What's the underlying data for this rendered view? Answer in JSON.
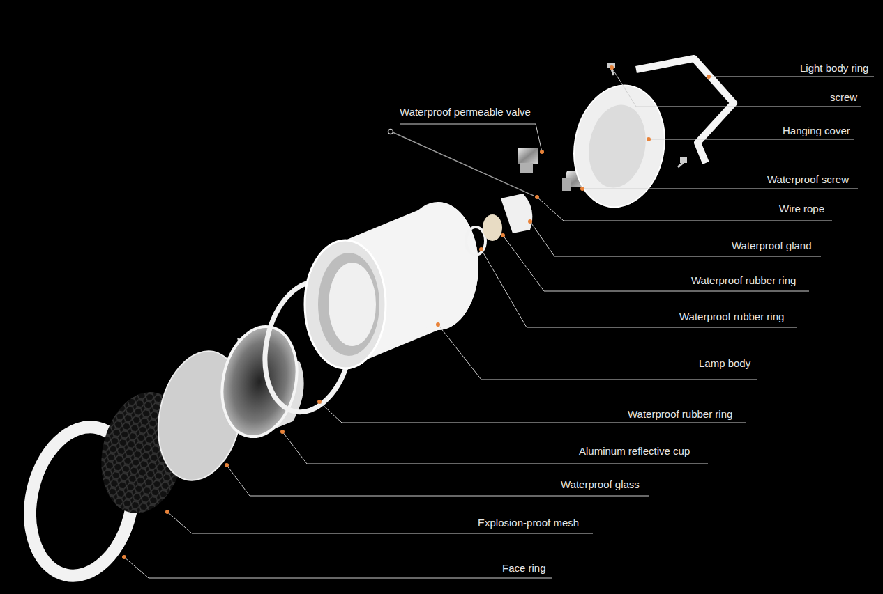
{
  "diagram": {
    "labels": [
      "Light body ring",
      "screw",
      "Waterproof permeable valve",
      "Hanging cover",
      "Waterproof screw",
      "Wire rope",
      "Waterproof gland",
      "Waterproof rubber ring",
      "Waterproof rubber ring",
      "Lamp body",
      "Waterproof rubber ring",
      "Aluminum reflective cup",
      "Waterproof glass",
      "Explosion-proof mesh",
      "Face ring"
    ]
  }
}
